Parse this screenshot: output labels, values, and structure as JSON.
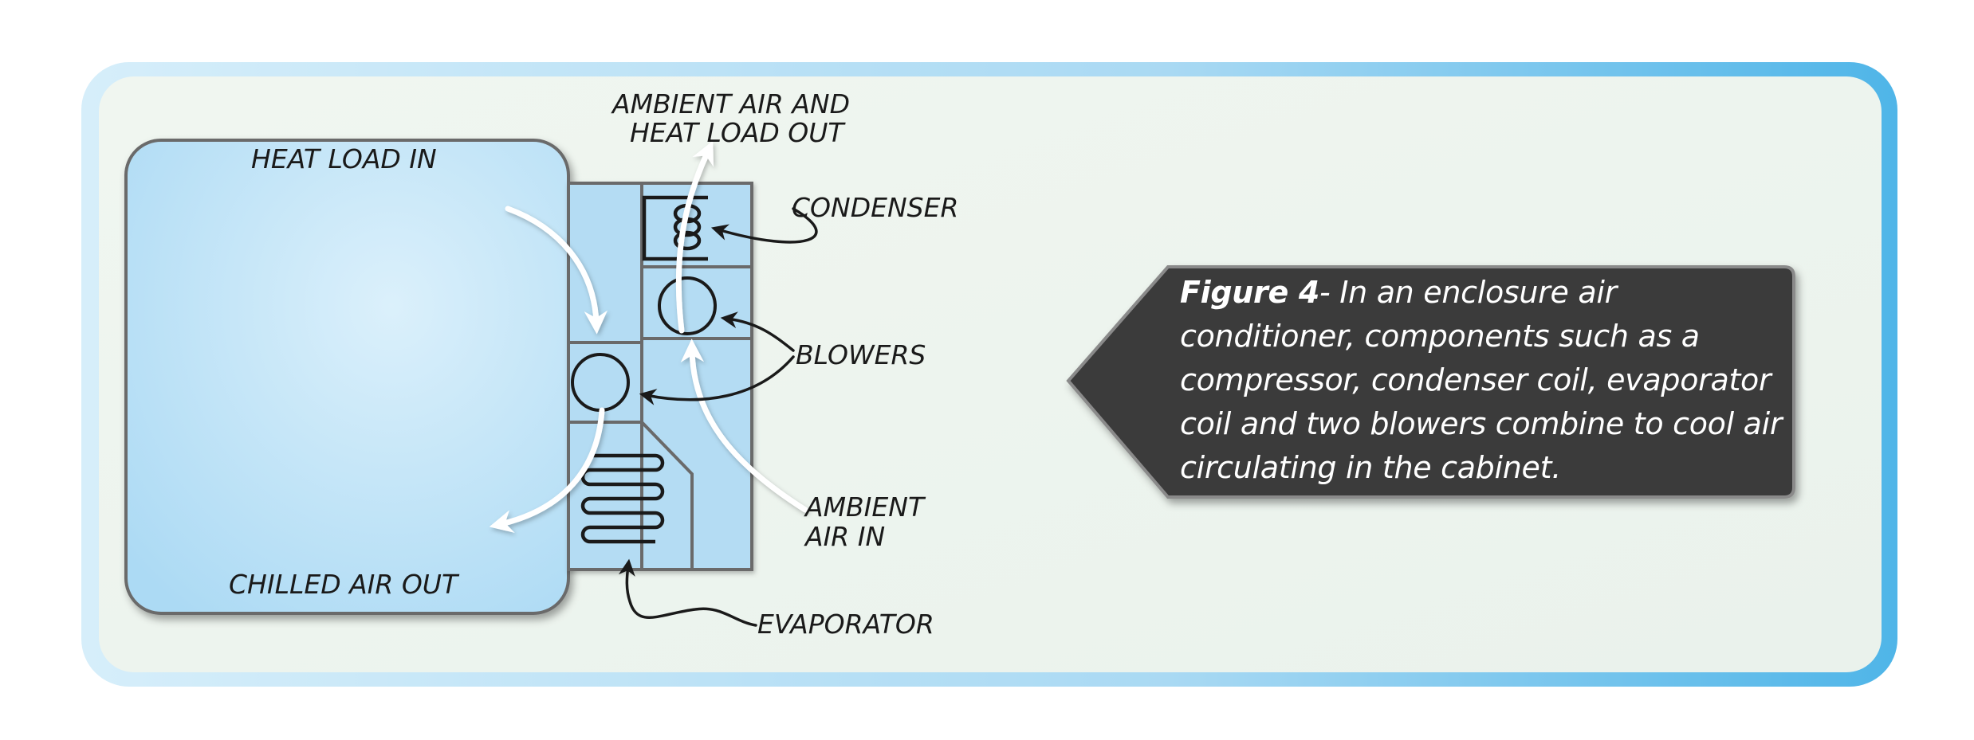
{
  "labels": {
    "heat_load_in": "HEAT LOAD IN",
    "chilled_air_out": "CHILLED AIR OUT",
    "ambient_air_out_line1": "AMBIENT AIR AND",
    "ambient_air_out_line2": "HEAT LOAD OUT",
    "condenser": "CONDENSER",
    "blowers": "BLOWERS",
    "ambient_air_in_line1": "AMBIENT",
    "ambient_air_in_line2": "AIR IN",
    "evaporator": "EVAPORATOR"
  },
  "caption": {
    "figure_label": "Figure 4",
    "text": "- In an enclosure air conditioner, components such as a compressor, condenser coil, evaporator coil and two blowers combine to cool air circulating in the cabinet."
  },
  "colors": {
    "frame_gradient_start": "#cfe9f8",
    "frame_gradient_end": "#55b8ea",
    "panel_fill": "#eef4ee",
    "cabinet_fill": "#b9e1f7",
    "unit_fill": "#b4dcf3",
    "caption_bg": "#3b3b3b",
    "arrow_white": "#ffffff",
    "line_dark": "#1a1a1a"
  }
}
